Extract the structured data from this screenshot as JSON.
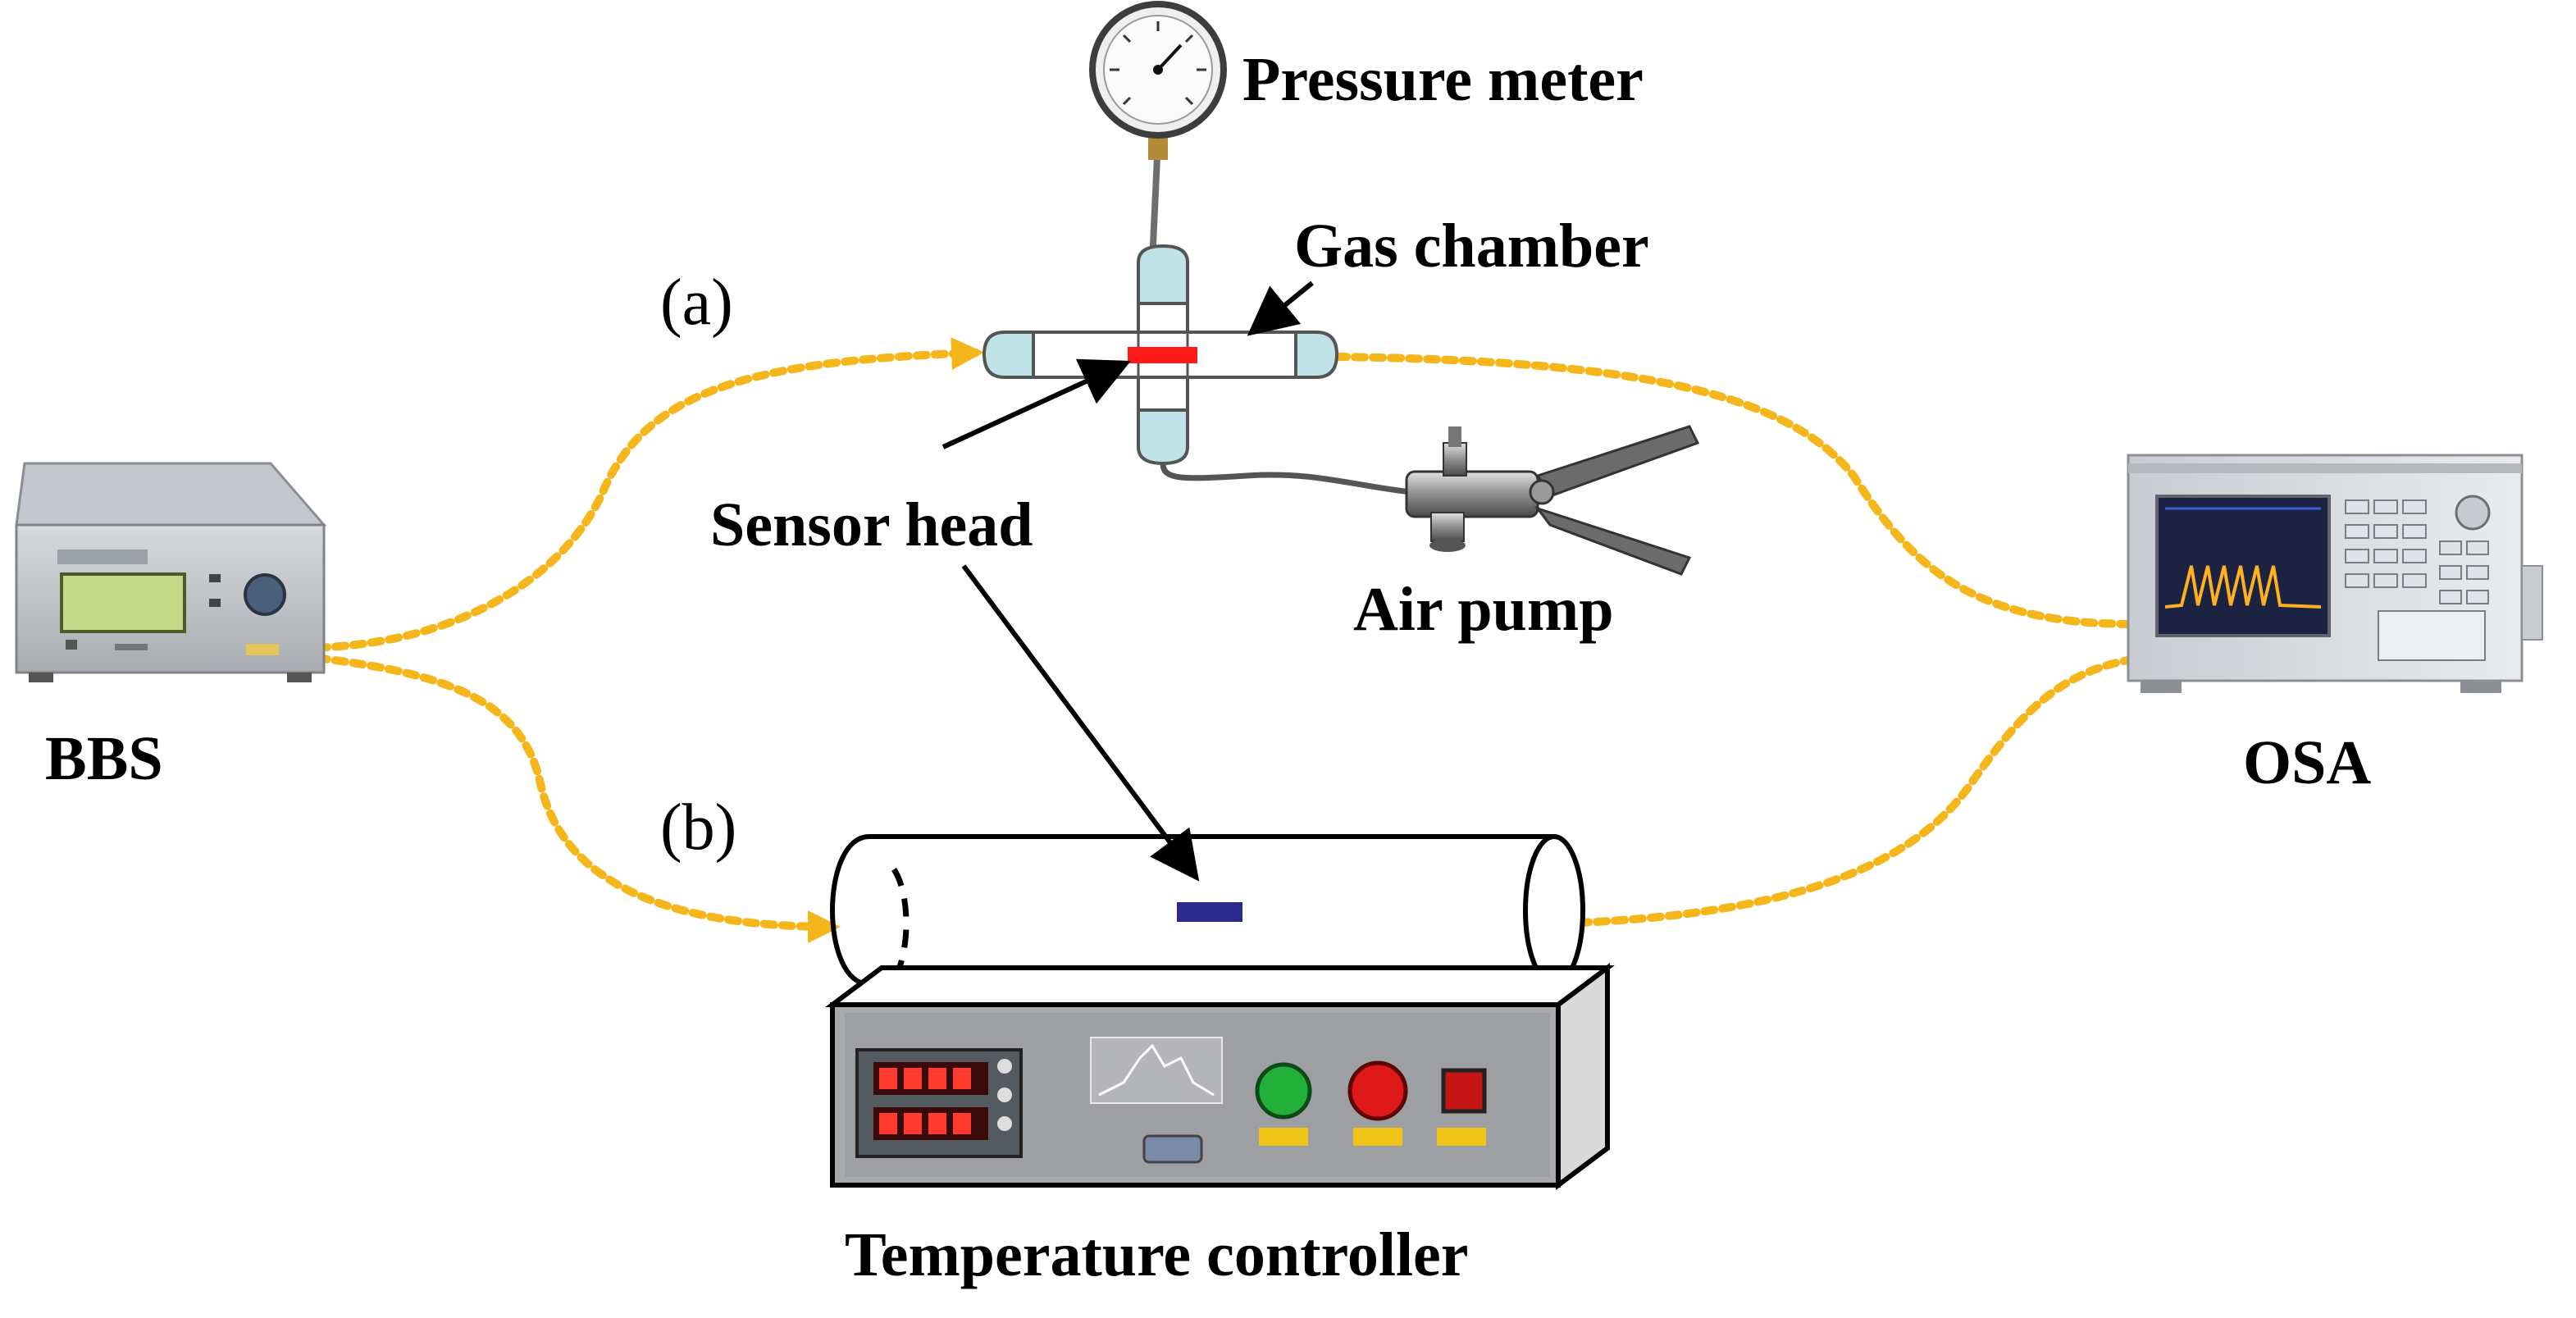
{
  "labels": {
    "pressure_meter": "Pressure meter",
    "gas_chamber": "Gas chamber",
    "sensor_head": "Sensor head",
    "air_pump": "Air pump",
    "bbs": "BBS",
    "osa": "OSA",
    "temperature_controller": "Temperature controller",
    "config_a": "(a)",
    "config_b": "(b)"
  },
  "colors": {
    "fiber": "#f5b61b",
    "sensor_head_a": "#ff1a1a",
    "sensor_head_b": "#2b2a8f",
    "chamber_cap": "#bfe3e6",
    "arrow": "#000000"
  }
}
